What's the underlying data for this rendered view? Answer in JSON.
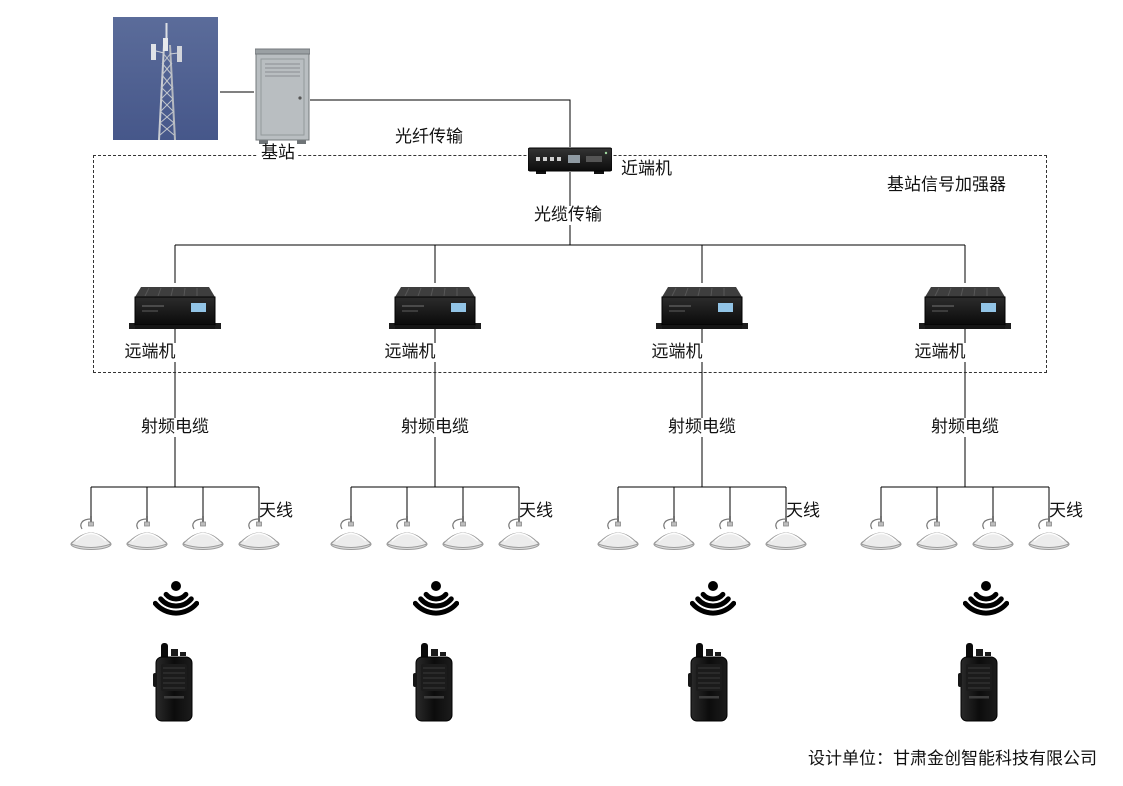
{
  "labels": {
    "base_station": "基站",
    "fiber_transmission": "光纤传输",
    "near_end_unit": "近端机",
    "booster_box_title": "基站信号加强器",
    "optical_cable_transmission": "光缆传输",
    "footer": "设计单位：甘肃金创智能科技有限公司"
  },
  "branches": [
    {
      "remote_unit_label": "远端机",
      "rf_cable_label": "射频电缆",
      "antenna_label": "天线"
    },
    {
      "remote_unit_label": "远端机",
      "rf_cable_label": "射频电缆",
      "antenna_label": "天线"
    },
    {
      "remote_unit_label": "远端机",
      "rf_cable_label": "射频电缆",
      "antenna_label": "天线"
    },
    {
      "remote_unit_label": "远端机",
      "rf_cable_label": "射频电缆",
      "antenna_label": "天线"
    }
  ],
  "icons": {
    "cell_tower_photo": "cell-tower-photo",
    "outdoor_cabinet": "base-station-cabinet-icon",
    "near_end_device": "near-end-unit-device-icon",
    "remote_unit_device": "remote-unit-device-icon",
    "ceiling_antenna": "ceiling-antenna-icon",
    "signal_waves": "signal-waves-icon",
    "walkie_talkie": "walkie-talkie-icon"
  },
  "colors": {
    "line": "#000000",
    "device_black": "#141414",
    "remote_sticker_blue": "#92c4e6",
    "photo_sky_blue": "#50618f",
    "cabinet_grey": "#b9bec1",
    "antenna_grey": "#d9d9d9",
    "background": "#ffffff"
  }
}
